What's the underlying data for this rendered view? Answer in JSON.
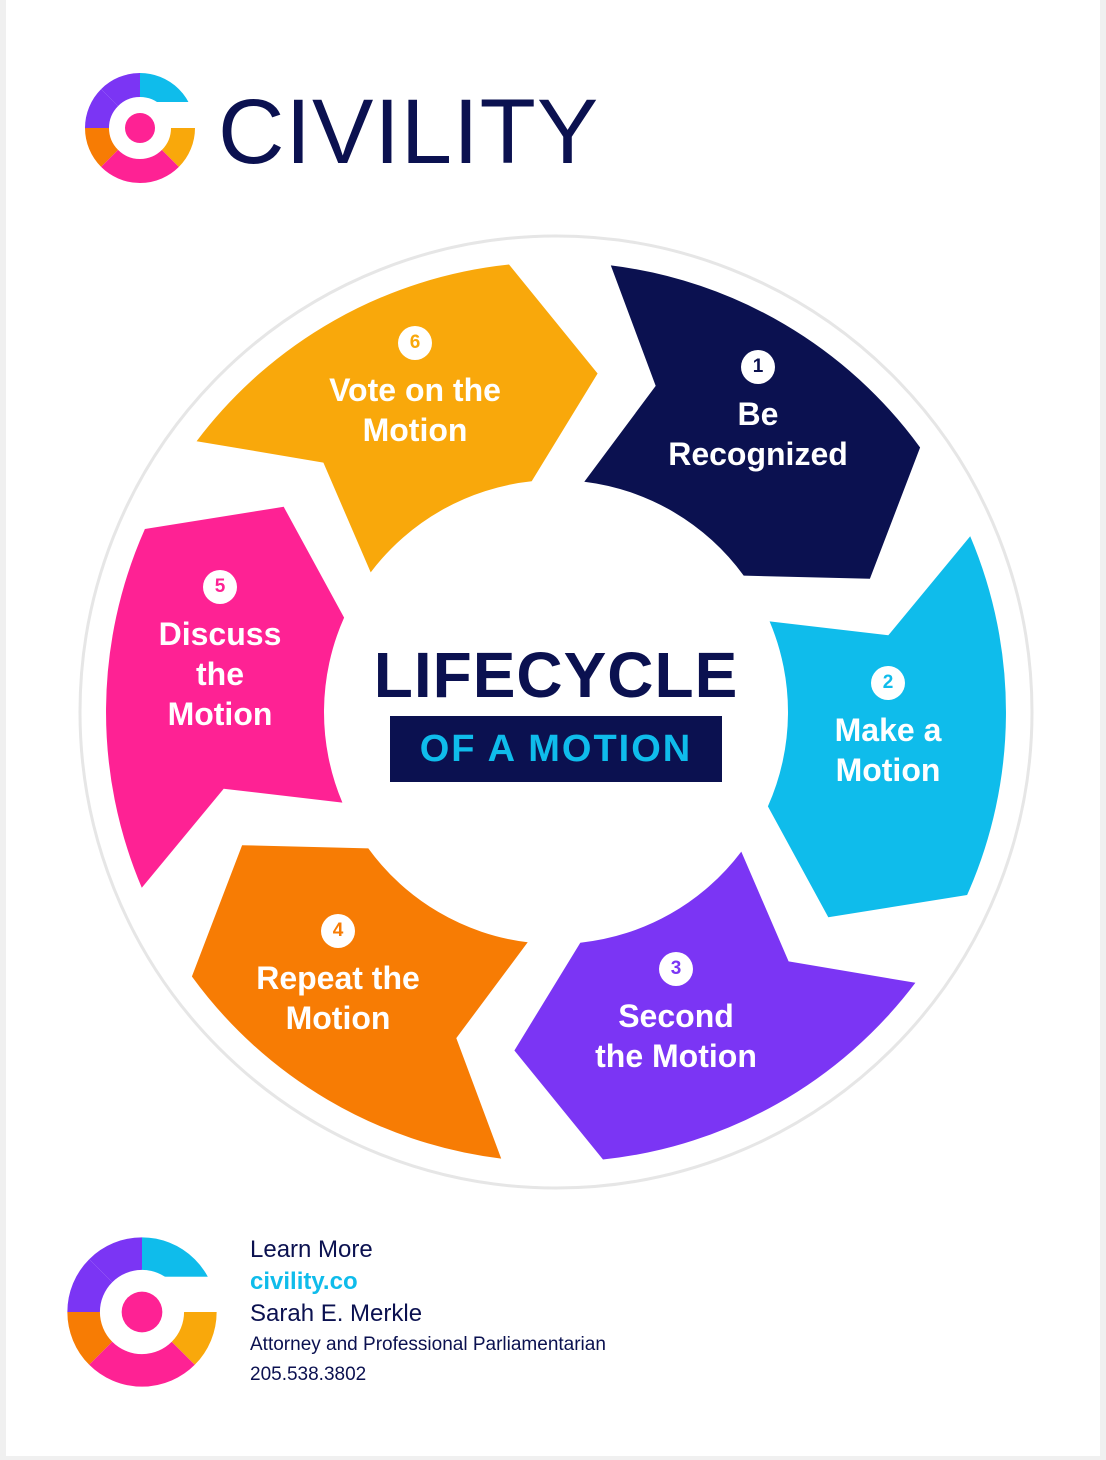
{
  "brand": {
    "name": "CIVILITY",
    "logo_icon": "civility-ring-logo"
  },
  "center": {
    "title": "LIFECYCLE",
    "subtitle": "OF A MOTION"
  },
  "steps": [
    {
      "number": "1",
      "label": "Be\nRecognized",
      "color": "#0b1150"
    },
    {
      "number": "2",
      "label": "Make a\nMotion",
      "color": "#0fbceb"
    },
    {
      "number": "3",
      "label": "Second\nthe Motion",
      "color": "#7b35f4"
    },
    {
      "number": "4",
      "label": "Repeat the\nMotion",
      "color": "#f77c04"
    },
    {
      "number": "5",
      "label": "Discuss\nthe\nMotion",
      "color": "#fe2294"
    },
    {
      "number": "6",
      "label": "Vote on the\nMotion",
      "color": "#f9a80b"
    }
  ],
  "contact": {
    "learn_more": "Learn More",
    "website": "civility.co",
    "name": "Sarah E. Merkle",
    "title": "Attorney and Professional Parliamentarian",
    "phone": "205.538.3802"
  },
  "colors": {
    "navy": "#0b1150",
    "cyan": "#0fbceb",
    "purple": "#7b35f4",
    "orange": "#f77c04",
    "pink": "#fe2294",
    "gold": "#f9a80b"
  }
}
